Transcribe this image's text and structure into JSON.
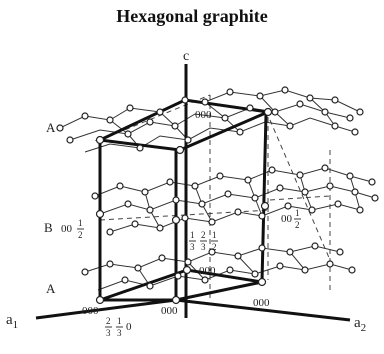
{
  "title": "Hexagonal graphite",
  "axes": {
    "c": "c",
    "a1": "a",
    "a1_sub": "1",
    "a2": "a",
    "a2_sub": "2"
  },
  "layers": {
    "top": "A",
    "middle": "B",
    "bottom": "A"
  },
  "indices": {
    "top_000": "000",
    "b_left_prefix": "00",
    "b_right_prefix": "00",
    "bottom_center_000": "000",
    "origin_000": "000",
    "bottom_front_000": "000",
    "bottom_right_000": "000",
    "bottom_suffix": "0"
  },
  "fractions": {
    "b_left_frac": {
      "num": "1",
      "den": "2"
    },
    "b_right_frac": {
      "num": "1",
      "den": "2"
    },
    "mid_1": {
      "num": "1",
      "den": "3"
    },
    "mid_2": {
      "num": "2",
      "den": "3"
    },
    "mid_3": {
      "num": "1",
      "den": "2"
    },
    "bot_1": {
      "num": "2",
      "den": "3"
    },
    "bot_2": {
      "num": "1",
      "den": "3"
    }
  }
}
